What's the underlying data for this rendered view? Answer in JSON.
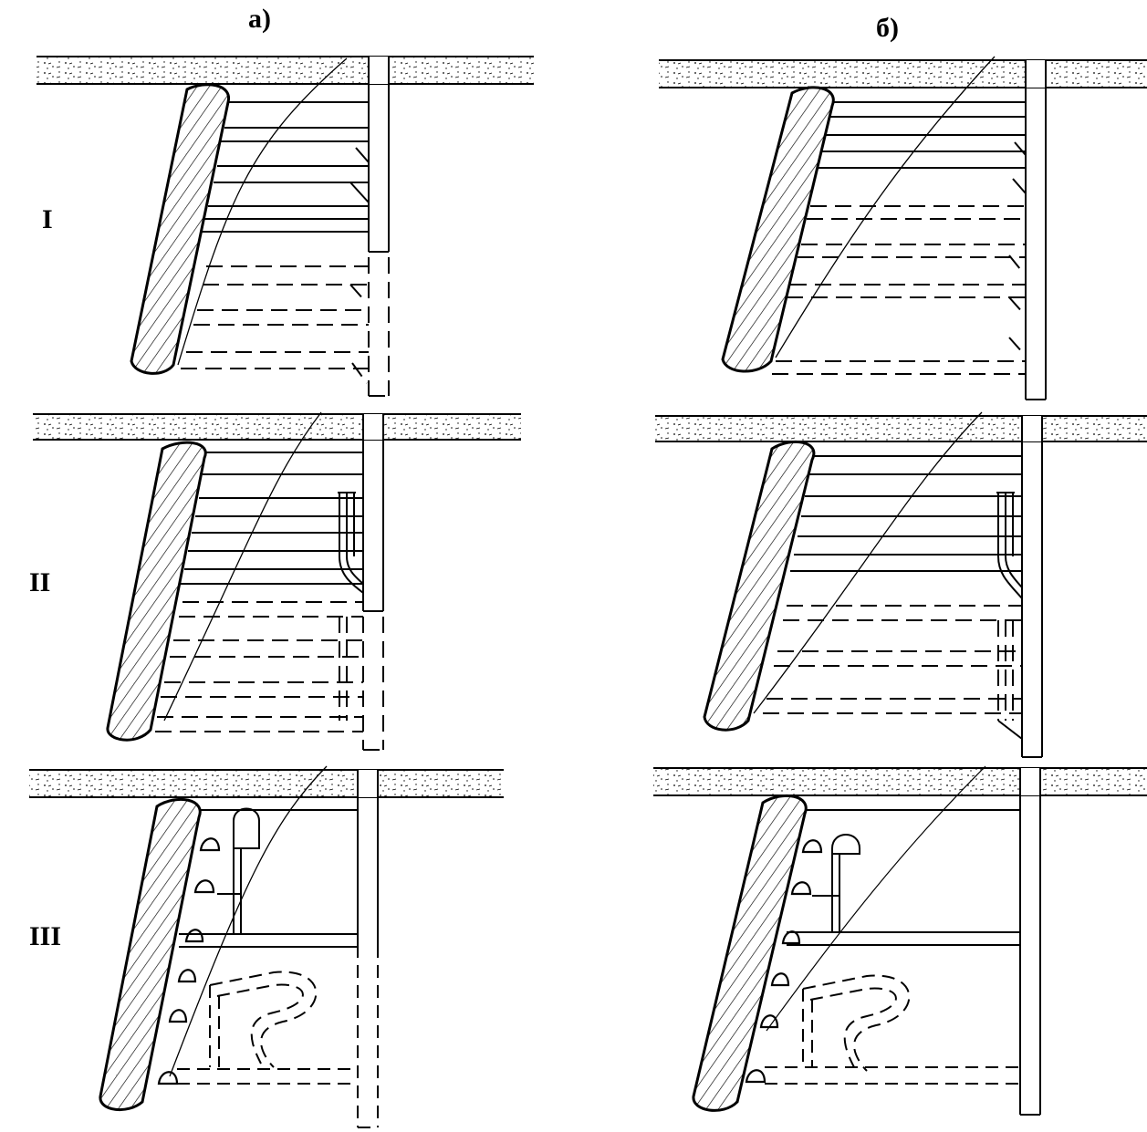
{
  "labels": {
    "col_a": "а)",
    "col_b": "б)",
    "row_1": "I",
    "row_2": "II",
    "row_3": "III"
  },
  "colors": {
    "ink": "#000000",
    "paper": "#ffffff"
  }
}
